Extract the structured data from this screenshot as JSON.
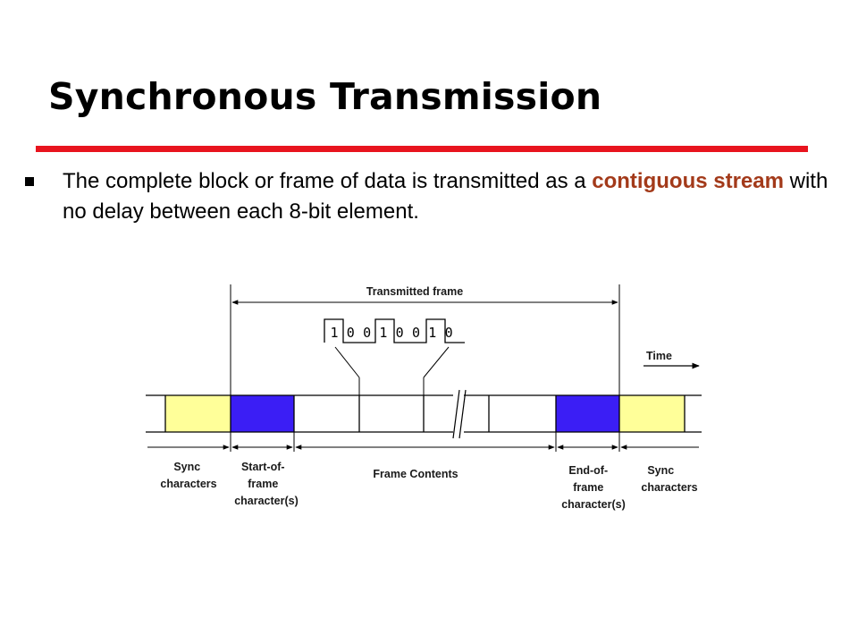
{
  "slide": {
    "title": "Synchronous Transmission",
    "accent_color": "#e8141e",
    "bullet": {
      "text_before": "The complete block or frame of data is transmitted as a ",
      "highlight": "contiguous stream",
      "text_after": " with no delay between each 8-bit element.",
      "highlight_color": "#a33a1a"
    }
  },
  "diagram": {
    "transmitted_frame_label": "Transmitted frame",
    "time_label": "Time",
    "bits": [
      "1",
      "0",
      "0",
      "1",
      "0",
      "0",
      "1",
      "0"
    ],
    "segments": [
      {
        "name": "blank-start",
        "fill": "#ffffff"
      },
      {
        "name": "sync",
        "fill": "#ffff99"
      },
      {
        "name": "start-of-frame",
        "fill": "#3b1ef5"
      },
      {
        "name": "frame-contents",
        "fill": "#ffffff"
      },
      {
        "name": "frame-contents",
        "fill": "#ffffff"
      },
      {
        "name": "frame-contents-break",
        "fill": "#ffffff"
      },
      {
        "name": "frame-contents",
        "fill": "#ffffff"
      },
      {
        "name": "frame-contents",
        "fill": "#ffffff"
      },
      {
        "name": "end-of-frame",
        "fill": "#3b1ef5"
      },
      {
        "name": "sync",
        "fill": "#ffff99"
      },
      {
        "name": "blank-end",
        "fill": "#ffffff"
      }
    ],
    "labels": {
      "sync_left": [
        "Sync",
        "characters"
      ],
      "start_of_frame": [
        "Start-of-",
        "frame",
        "character(s)"
      ],
      "frame_contents": "Frame Contents",
      "end_of_frame": [
        "End-of-",
        "frame",
        "character(s)"
      ],
      "sync_right": [
        "Sync",
        "characters"
      ]
    }
  }
}
